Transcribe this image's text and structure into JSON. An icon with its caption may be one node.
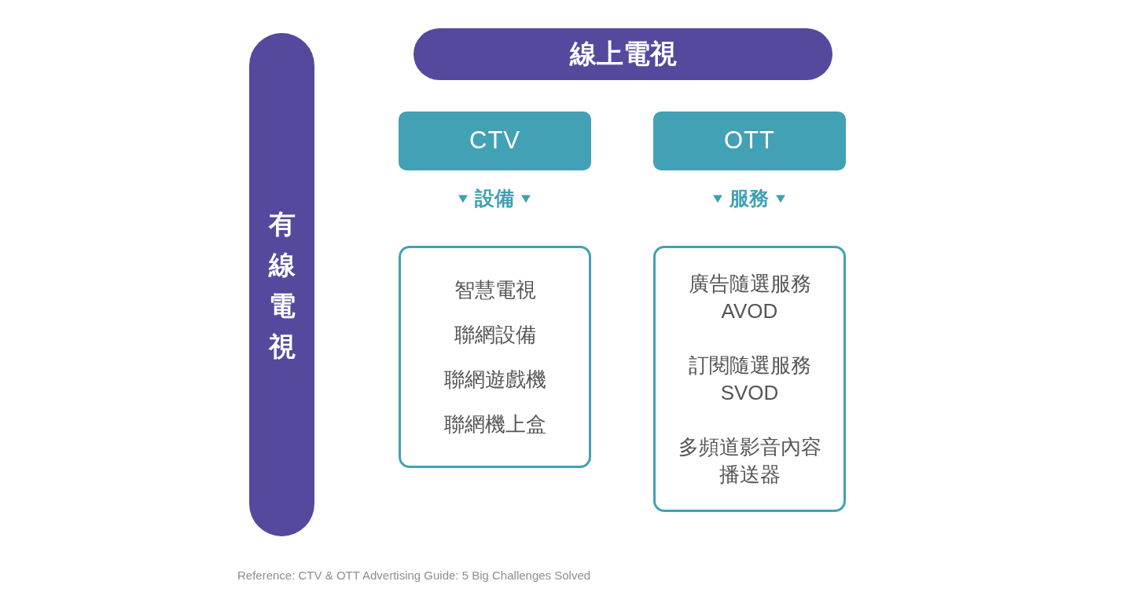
{
  "diagram": {
    "caption": "Reference: CTV & OTT Advertising Guide: 5 Big Challenges Solved",
    "nodes": [
      {
        "text": [
          "有線電視"
        ]
      },
      {
        "text": [
          "線上電視"
        ]
      },
      {
        "text": [
          "CTV"
        ]
      },
      {
        "text": [
          "OTT"
        ]
      },
      {
        "text": [
          "智慧電視",
          "聯網設備",
          "聯網遊戲機",
          "聯網機上盒"
        ]
      },
      {
        "text": [
          "廣告隨選服務 AVOD",
          "訂閱隨選服務 SVOD",
          "多頻道影音內容播送器"
        ]
      }
    ],
    "labels": [
      "設備",
      "服務"
    ]
  }
}
